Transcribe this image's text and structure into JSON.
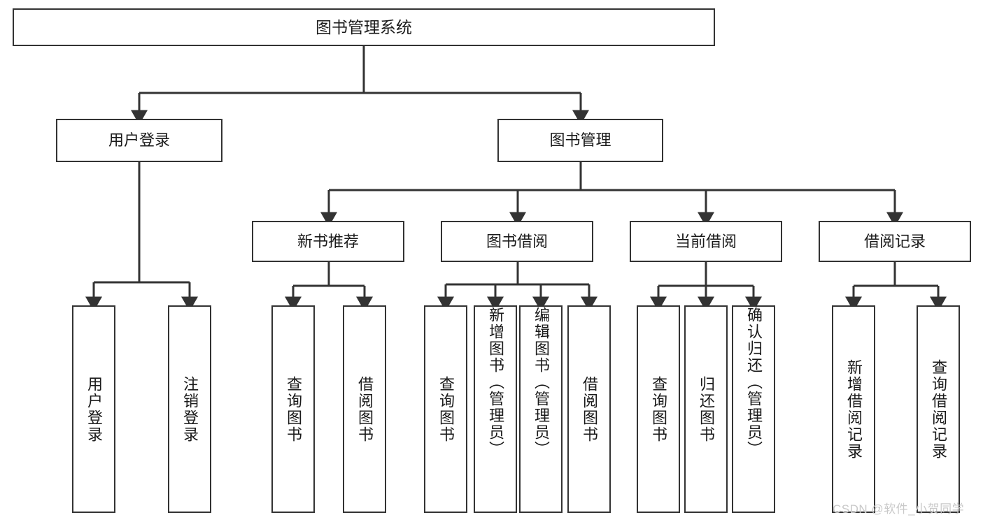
{
  "diagram": {
    "title": "图书管理系统",
    "type": "tree-hierarchy-chart",
    "watermark": "CSDN @软件_小贺同学",
    "colors": {
      "box_border": "#333333",
      "box_fill": "#ffffff",
      "connector": "#333333",
      "text": "#1a1a1a",
      "watermark": "#c9c9c9"
    }
  },
  "nodes": {
    "root": {
      "label": "图书管理系统"
    },
    "level2": [
      {
        "label": "用户登录"
      },
      {
        "label": "图书管理"
      }
    ],
    "level3": [
      {
        "label": "新书推荐"
      },
      {
        "label": "图书借阅"
      },
      {
        "label": "当前借阅"
      },
      {
        "label": "借阅记录"
      }
    ],
    "leaves": {
      "user_login": [
        {
          "label": "用户登录"
        },
        {
          "label": "注销登录"
        }
      ],
      "new_book_recommend": [
        {
          "label": "查询图书"
        },
        {
          "label": "借阅图书"
        }
      ],
      "book_borrow": [
        {
          "label": "查询图书"
        },
        {
          "label": "新增图书（管理员）"
        },
        {
          "label": "编辑图书（管理员）"
        },
        {
          "label": "借阅图书"
        }
      ],
      "current_borrow": [
        {
          "label": "查询图书"
        },
        {
          "label": "归还图书"
        },
        {
          "label": "确认归还（管理员）"
        }
      ],
      "borrow_record": [
        {
          "label": "新增借阅记录"
        },
        {
          "label": "查询借阅记录"
        }
      ]
    }
  }
}
